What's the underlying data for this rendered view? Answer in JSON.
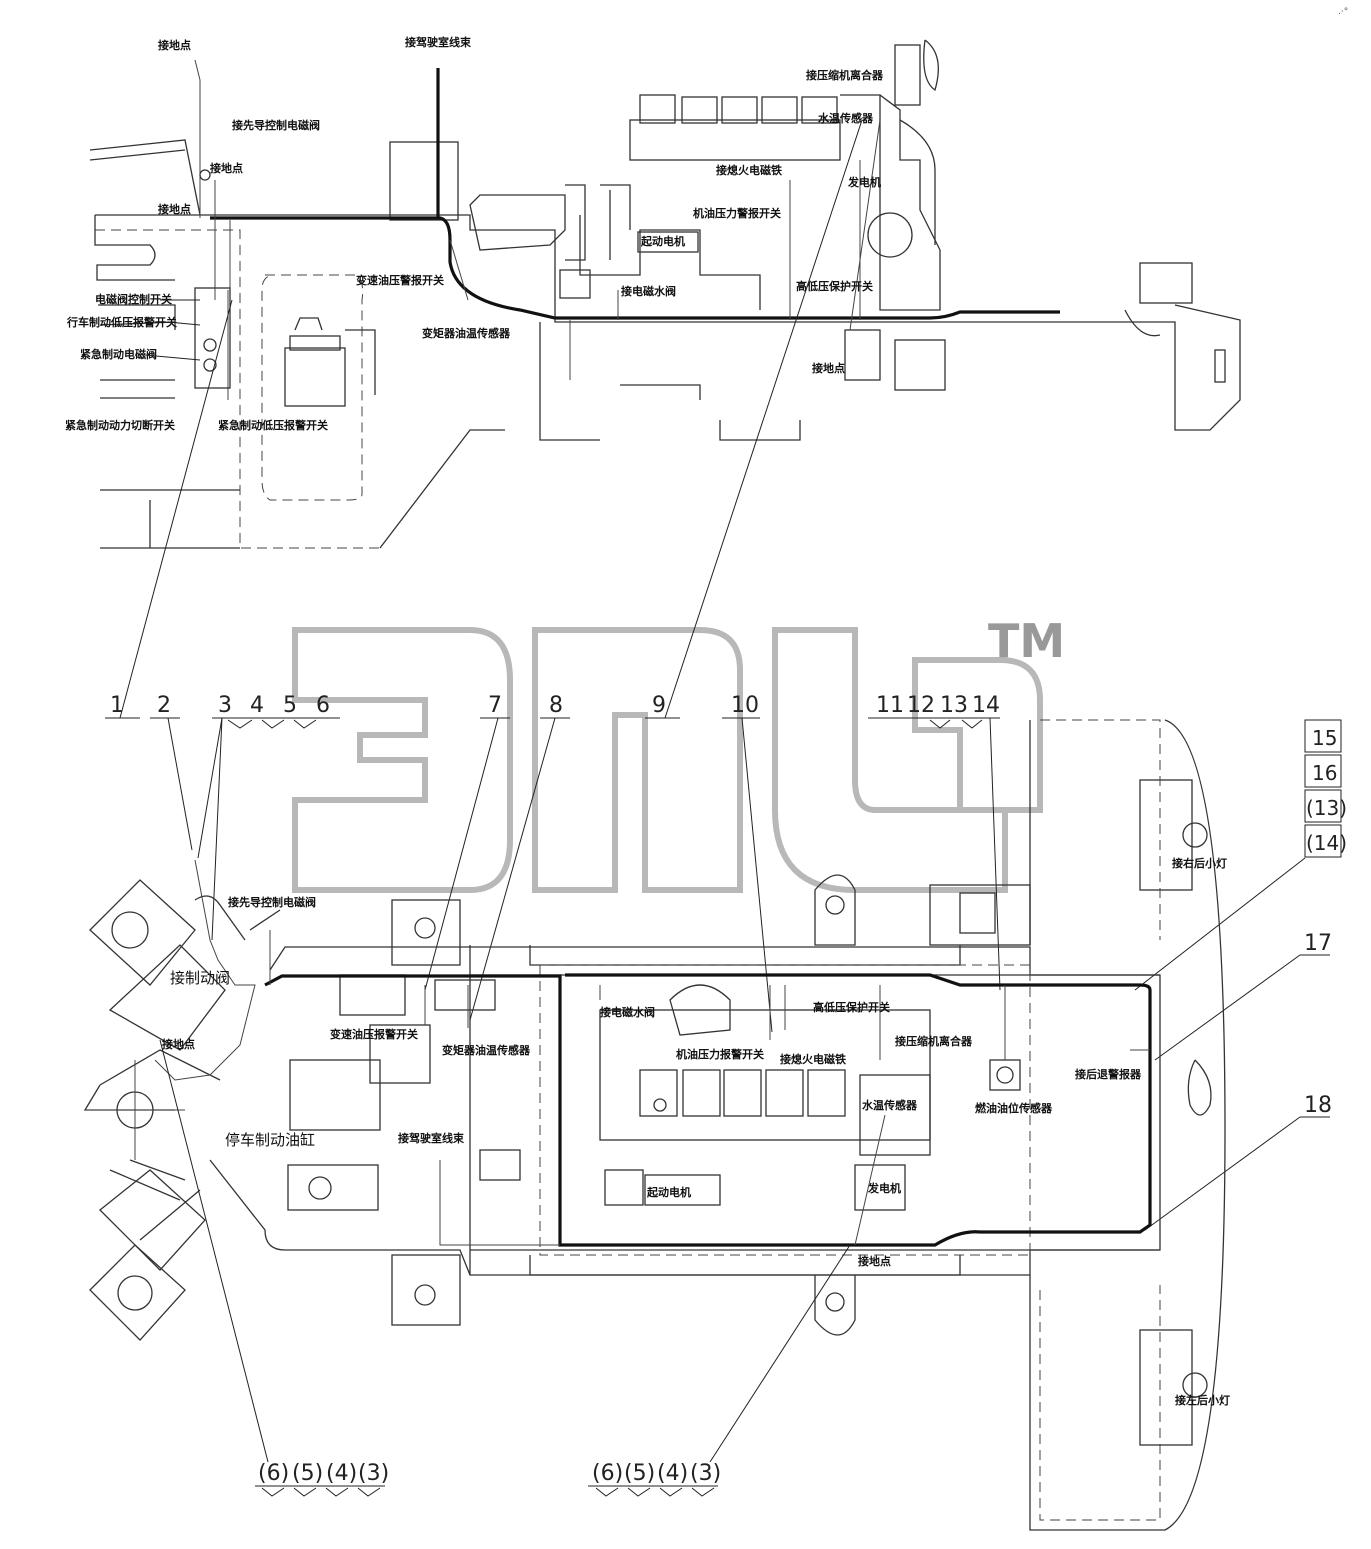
{
  "labels_top": {
    "ground1": "接地点",
    "cab_harness": "接驾驶室线束",
    "compressor_clutch": "接压缩机离合器",
    "water_temp_sensor": "水温传感器",
    "pilot_valve": "接先导控制电磁阀",
    "ground2": "接地点",
    "flameout_solenoid": "接熄火电磁铁",
    "generator": "发电机",
    "ground3": "接地点",
    "oil_pressure_switch": "机油压力警报开关",
    "starter": "起动电机",
    "solenoid_ctrl_switch": "电磁阀控制开关",
    "trans_pressure_switch": "变速油压警报开关",
    "service_brake_switch": "行车制动低压报警开关",
    "water_solenoid": "接电磁水阀",
    "hi_lo_switch": "高低压保护开关",
    "emergency_brake_valve": "紧急制动电磁阀",
    "converter_temp_sensor": "变矩器油温传感器",
    "ground4": "接地点",
    "emergency_cutoff_switch": "紧急制动动力切断开关",
    "emergency_low_switch": "紧急制动低压报警开关"
  },
  "labels_bottom": {
    "pilot_valve": "接先导控制电磁阀",
    "brake_valve": "接制动阀",
    "ground": "接地点",
    "trans_pressure_switch": "变速油压报警开关",
    "converter_temp_sensor": "变矩器油温传感器",
    "water_solenoid": "接电磁水阀",
    "oil_pressure_switch": "机油压力报警开关",
    "hi_lo_switch": "高低压保护开关",
    "compressor_clutch": "接压缩机离合器",
    "flameout_solenoid": "接熄火电磁铁",
    "water_temp_sensor": "水温传感器",
    "fuel_level_sensor": "燃油油位传感器",
    "reverse_alarm": "接后退警报器",
    "right_rear_lamp": "接右后小灯",
    "park_brake_cylinder": "停车制动油缸",
    "cab_harness": "接驾驶室线束",
    "starter": "起动电机",
    "generator": "发电机",
    "ground2": "接地点",
    "left_rear_lamp": "接左后小灯"
  },
  "callouts": [
    "1",
    "2",
    "3",
    "4",
    "5",
    "6",
    "7",
    "8",
    "9",
    "10",
    "11",
    "12",
    "13",
    "14"
  ],
  "side_boxes": [
    "15",
    "16",
    "(13)",
    "(14)"
  ],
  "side_callouts": [
    "17",
    "18"
  ],
  "bottom_groups": {
    "left": [
      "(6)",
      "(5)",
      "(4)",
      "(3)"
    ],
    "right": [
      "(6)",
      "(5)",
      "(4)",
      "(3)"
    ]
  },
  "watermark": {
    "tm": "TM"
  },
  "corner_mark": ".·°"
}
